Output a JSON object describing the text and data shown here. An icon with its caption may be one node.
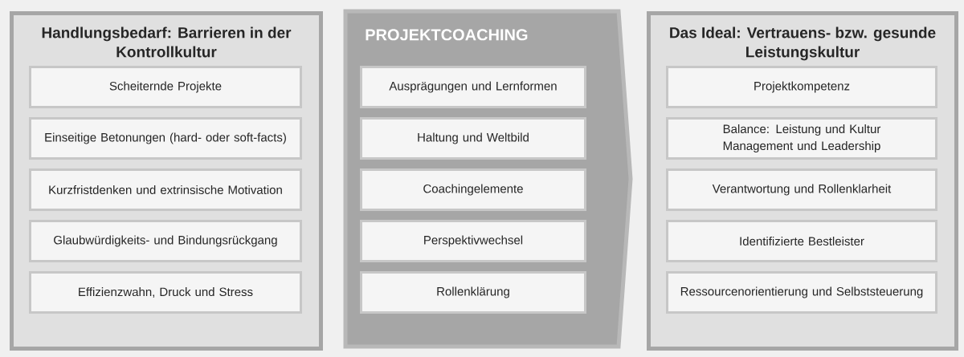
{
  "diagram": {
    "nodes": [
      {
        "text": [
          "Handlungsbedarf: Barrieren in der Kontrollkultur"
        ]
      },
      {
        "text": [
          "Scheiternde Projekte"
        ],
        "in": 0
      },
      {
        "text": [
          "Einseitige Betonungen (hard- oder soft-facts)"
        ],
        "in": 0
      },
      {
        "text": [
          "Kurzfristdenken und extrinsische Motivation"
        ],
        "in": 0
      },
      {
        "text": [
          "Glaubwürdigkeits- und Bindungsrückgang"
        ],
        "in": 0
      },
      {
        "text": [
          "Effizienzwahn, Druck und Stress"
        ],
        "in": 0
      },
      {
        "text": [
          "PROJEKTCOACHING"
        ]
      },
      {
        "text": [
          "Ausprägungen und Lernformen"
        ],
        "in": 6
      },
      {
        "text": [
          "Haltung und Weltbild"
        ],
        "in": 6
      },
      {
        "text": [
          "Coachingelemente"
        ],
        "in": 6
      },
      {
        "text": [
          "Perspektivwechsel"
        ],
        "in": 6
      },
      {
        "text": [
          "Rollenklärung"
        ],
        "in": 6
      },
      {
        "text": [
          "Das Ideal: Vertrauens- bzw. gesunde Leistungskultur"
        ]
      },
      {
        "text": [
          "Projektkompetenz"
        ],
        "in": 12
      },
      {
        "text": [
          "Balance: Leistung und Kultur Management und Leadership"
        ],
        "in": 12
      },
      {
        "text": [
          "Verantwortung und Rollenklarheit"
        ],
        "in": 12
      },
      {
        "text": [
          "Identifizierte Bestleister"
        ],
        "in": 12
      },
      {
        "text": [
          "Ressourcenorientierung und Selbststeuerung"
        ],
        "in": 12
      }
    ]
  }
}
